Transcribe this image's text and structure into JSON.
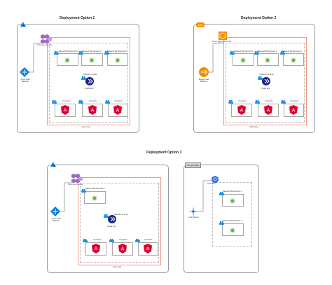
{
  "option1": {
    "title": "Deployment Option 1",
    "k8s_label": "Kubernetes Services",
    "lb_label": "Azure Load Balancer",
    "region_label": "Azure cloud",
    "ms_labels": [
      "Backend Microservice 1",
      "Backend Microservice 2",
      "Backend Microservice 3"
    ],
    "keycloak_label": "Collection of apps",
    "single_app_label": "Single app",
    "ui_labels": [
      "UI service",
      "UI service",
      "UI service"
    ]
  },
  "option2": {
    "title": "Deployment Option 2",
    "k8s_label": "Amazon Elastic Kubernetes Service",
    "lb_label": "Elastic Load Balancer",
    "region_label": "AWS cloud",
    "ms_labels": [
      "Backend Microservice 1",
      "Backend Microservice 2",
      "Backend Microservice 3"
    ],
    "keycloak_label": "Collection of apps",
    "single_app_label": "Single app",
    "ui_labels": [
      "UI service",
      "UI service",
      "UI service"
    ]
  },
  "option3": {
    "title": "Deployment Option 3",
    "k8s_label": "Kubernetes Services",
    "lb_label": "Azure Load Balancer",
    "region_label": "Azure cloud",
    "ms_labels": [
      "Backend Microservice 1"
    ],
    "keycloak_label": "Collection of apps",
    "single_app_label": "Single app",
    "ui_labels": [
      "UI service",
      "UI service",
      "UI service"
    ]
  },
  "onprem": {
    "tag": "On-premises",
    "k8s_label": "Kubernetes",
    "lb_label": "Load Balancer",
    "ms_labels": [
      "Backend Microservice 2",
      "Backend Microservice 3"
    ]
  },
  "colors": {
    "azure": "#0078d4",
    "aws_orange": "#f29100",
    "angular": "#dd0031",
    "docker": "#1d91e6",
    "keycloak": "#1a237e",
    "cloud_border": "#f19a87"
  }
}
